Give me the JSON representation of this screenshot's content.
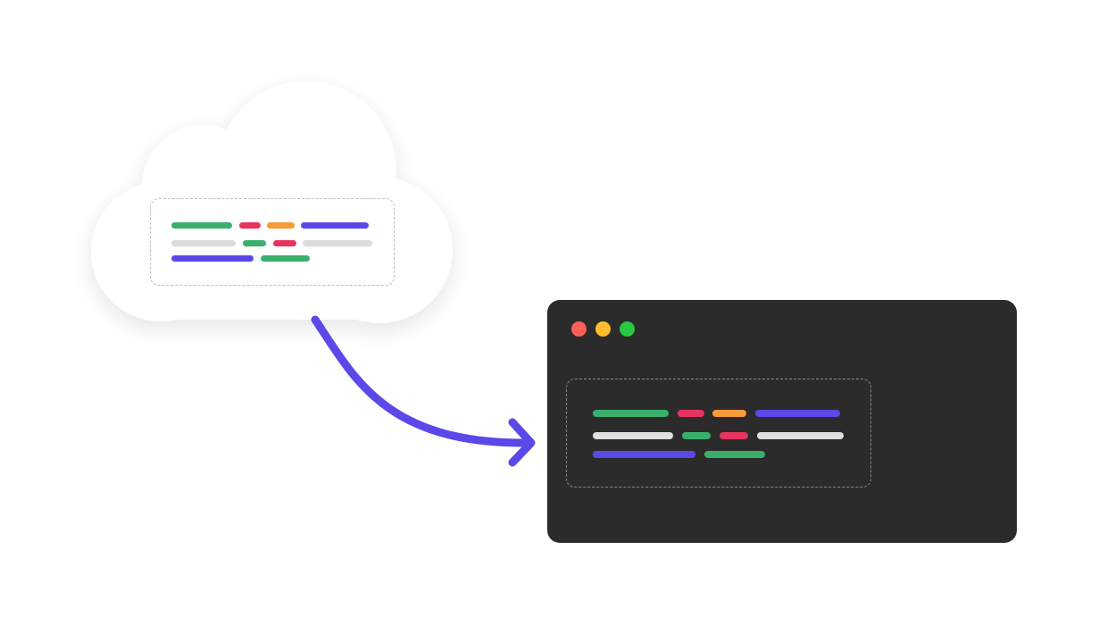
{
  "colors": {
    "background": "#ffffff",
    "cloud_fill": "#ffffff",
    "terminal_bg": "#2b2b2b",
    "arrow": "#5b48e8",
    "green": "#3aaf6c",
    "red": "#e5335e",
    "orange": "#f79a38",
    "purple": "#5b48e8",
    "gray_light": "#dcdcdc",
    "gray_dark_line": "#e0e0e0",
    "dot_red": "#fe5f57",
    "dot_yellow": "#febc2e",
    "dot_green": "#28c840"
  },
  "cloud": {
    "icon": "cloud-icon",
    "code_lines": [
      [
        "green",
        "red",
        "orange",
        "purple"
      ],
      [
        "gray",
        "green",
        "red",
        "gray"
      ],
      [
        "purple",
        "green"
      ]
    ]
  },
  "arrow": {
    "icon": "curved-arrow-icon",
    "direction": "cloud-to-terminal"
  },
  "terminal": {
    "window_controls": [
      "close",
      "minimize",
      "maximize"
    ],
    "code_lines": [
      [
        "green",
        "red",
        "orange",
        "purple"
      ],
      [
        "gray",
        "green",
        "red",
        "gray"
      ],
      [
        "purple",
        "green"
      ]
    ]
  }
}
